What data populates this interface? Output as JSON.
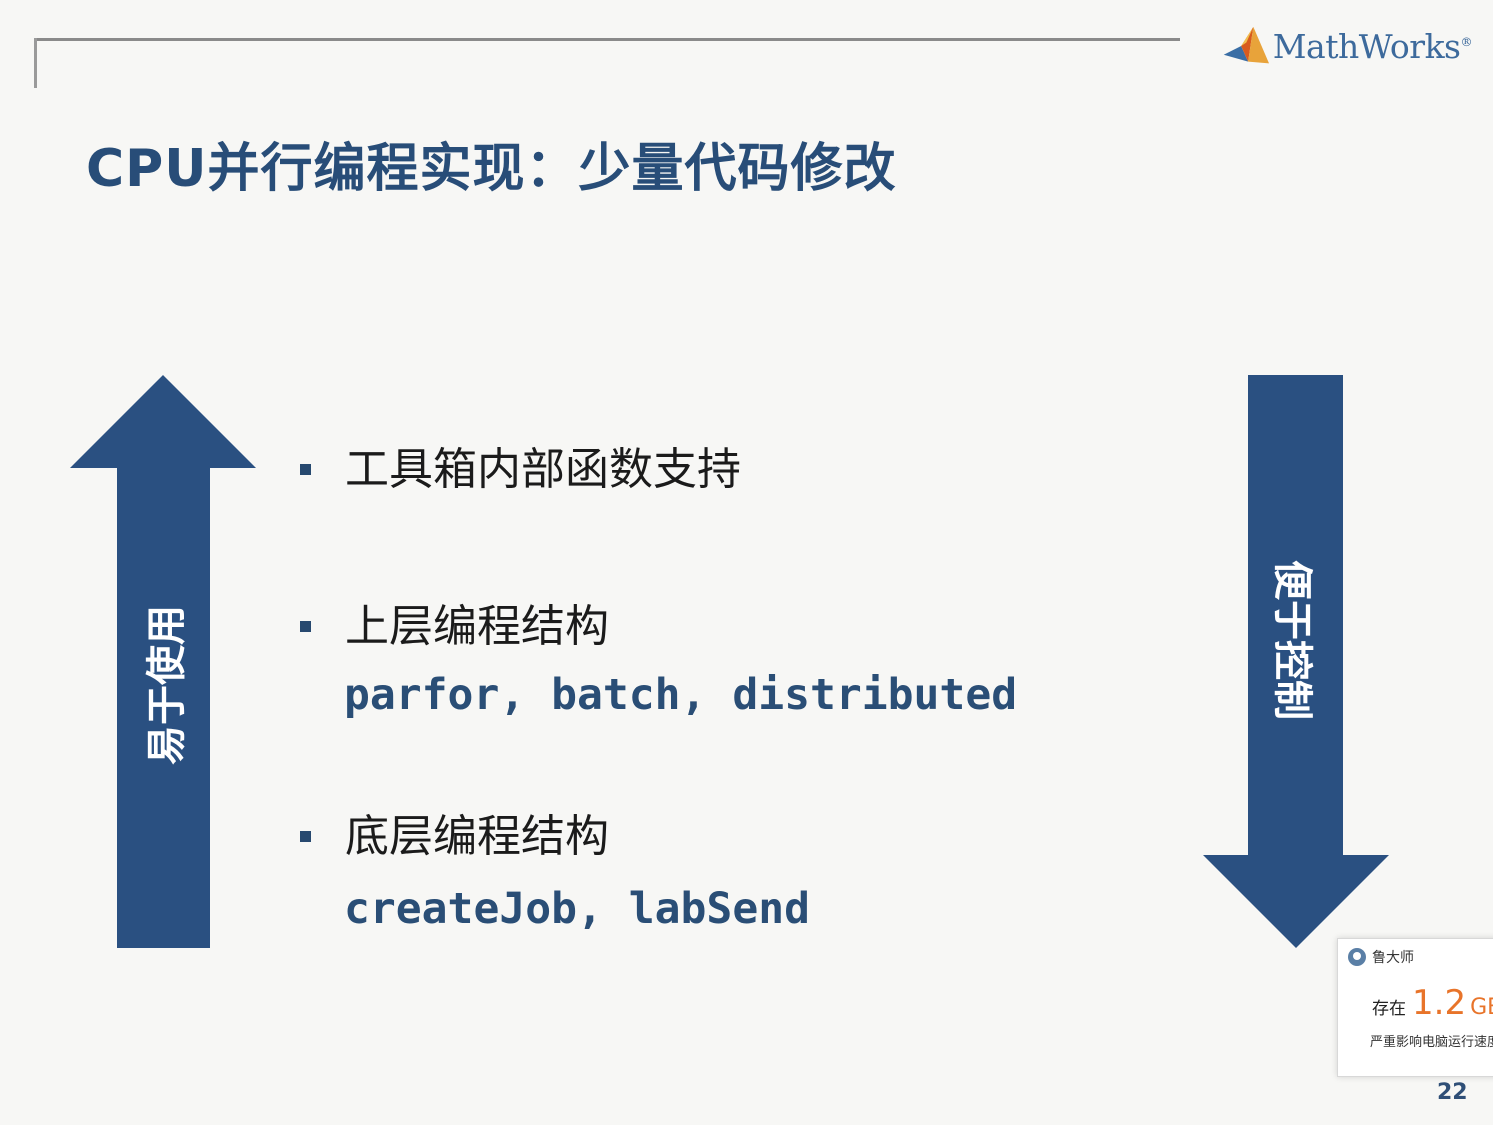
{
  "header": {
    "logo_text": "MathWorks",
    "logo_trademark": "®"
  },
  "slide": {
    "title": "CPU并行编程实现：少量代码修改",
    "left_arrow_label": "易于使用",
    "right_arrow_label": "便于控制",
    "bullets": [
      {
        "text": "工具箱内部函数支持"
      },
      {
        "text": "上层编程结构",
        "code": "parfor, batch, distributed"
      },
      {
        "text": "底层编程结构",
        "code": "createJob, labSend"
      }
    ],
    "page_number": "22"
  },
  "notification": {
    "app_name": "鲁大师",
    "label": "存在",
    "size_value": "1.2",
    "size_unit": "GB",
    "message": "严重影响电脑运行速度"
  },
  "colors": {
    "title": "#284d78",
    "arrow": "#2a5081",
    "code": "#2a4e76",
    "accent_orange": "#e8742a"
  }
}
